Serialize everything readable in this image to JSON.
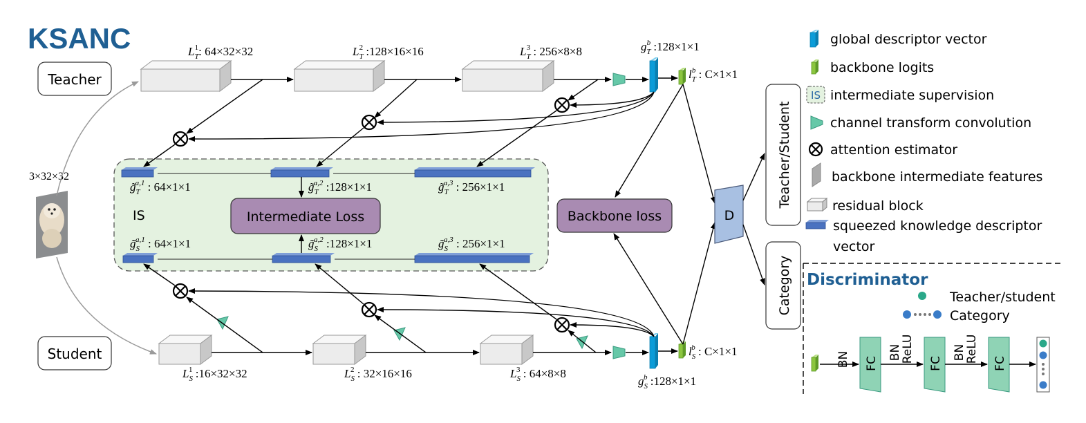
{
  "title": "KSANC",
  "colors": {
    "title": "#1f5f93",
    "is_fill": "#e4f2e0",
    "loss_fill": "#a98bb2",
    "descriptor": "#4a72c0",
    "global_vec": "#0b9cd8",
    "logits": "#8cc63f",
    "ctconv": "#66c8a8",
    "d_block": "#a8c0e2",
    "fc_block": "#8fd3b5",
    "block_fill": "#ececec"
  },
  "roles": {
    "teacher": "Teacher",
    "student": "Student"
  },
  "input_label": "3×32×32",
  "teacher_layers": [
    {
      "name": "L",
      "sub": "T",
      "sup": "1",
      "shape": ": 64×32×32"
    },
    {
      "name": "L",
      "sub": "T",
      "sup": "2",
      "shape": " :128×16×16"
    },
    {
      "name": "L",
      "sub": "T",
      "sup": "3",
      "shape": " : 256×8×8"
    }
  ],
  "student_layers": [
    {
      "name": "L",
      "sub": "S",
      "sup": "1",
      "shape": " :16×32×32"
    },
    {
      "name": "L",
      "sub": "S",
      "sup": "2",
      "shape": " : 32×16×16"
    },
    {
      "name": "L",
      "sub": "S",
      "sup": "3",
      "shape": " : 64×8×8"
    }
  ],
  "teacher_global": {
    "name": "g",
    "sub": "T",
    "sup": "b",
    "shape": " :128×1×1"
  },
  "teacher_logit": {
    "name": "l",
    "sub": "T",
    "sup": "b",
    "shape": " : C×1×1"
  },
  "student_global": {
    "name": "g",
    "sub": "S",
    "sup": "b",
    "shape": " :128×1×1"
  },
  "student_logit": {
    "name": "l",
    "sub": "S",
    "sup": "b",
    "shape": " : C×1×1"
  },
  "teacher_descriptors": [
    {
      "name": "g̃",
      "sub": "T",
      "sup": "a,1",
      "shape": " : 64×1×1"
    },
    {
      "name": "g̃",
      "sub": "T",
      "sup": "a,2",
      "shape": " :128×1×1"
    },
    {
      "name": "g̃",
      "sub": "T",
      "sup": "a,3",
      "shape": " : 256×1×1"
    }
  ],
  "student_descriptors": [
    {
      "name": "g̃",
      "sub": "S",
      "sup": "a,1",
      "shape": " : 64×1×1"
    },
    {
      "name": "g̃",
      "sub": "S",
      "sup": "a,2",
      "shape": " :128×1×1"
    },
    {
      "name": "g̃",
      "sub": "S",
      "sup": "a,3",
      "shape": " : 256×1×1"
    }
  ],
  "is_label": "IS",
  "intermediate_loss": "Intermediate Loss",
  "backbone_loss": "Backbone loss",
  "d_label": "D",
  "outputs": [
    "Teacher/Student",
    "Category"
  ],
  "legend": [
    {
      "icon": "global-descriptor-icon",
      "label": "global descriptor vector"
    },
    {
      "icon": "backbone-logits-icon",
      "label": "backbone logits"
    },
    {
      "icon": "intermediate-supervision-icon",
      "label": "intermediate supervision",
      "icon_text": "IS"
    },
    {
      "icon": "channel-transform-icon",
      "label": "channel transform convolution"
    },
    {
      "icon": "attention-estimator-icon",
      "label": "attention estimator"
    },
    {
      "icon": "backbone-features-icon",
      "label": "backbone intermediate features"
    },
    {
      "icon": "residual-block-icon",
      "label": "residual block"
    },
    {
      "icon": "squeezed-descriptor-icon",
      "label": "squeezed knowledge  descriptor",
      "label2": "vector"
    }
  ],
  "discriminator": {
    "title": "Discriminator",
    "legend": [
      {
        "icon": "teacher-student-dot-icon",
        "label": "Teacher/student"
      },
      {
        "icon": "category-dots-icon",
        "label": "Category"
      }
    ],
    "layers": [
      "BN",
      "FC",
      "BN",
      "ReLU",
      "FC",
      "BN",
      "ReLU",
      "FC"
    ]
  }
}
